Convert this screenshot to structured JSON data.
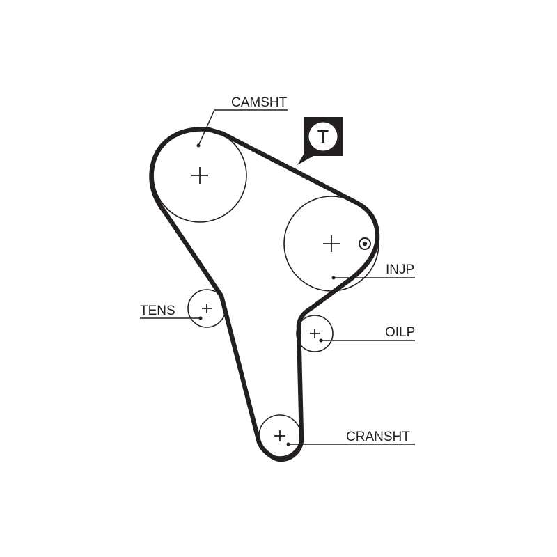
{
  "labels": {
    "camshaft": "CAMSHT",
    "injection_pump": "INJP",
    "tensioner": "TENS",
    "oil_pump": "OILP",
    "crankshaft": "CRANSHT"
  },
  "badge": {
    "letter": "T"
  },
  "colors": {
    "ink": "#231f20",
    "background": "#ffffff"
  },
  "icons": {
    "badge": "timing-badge-icon",
    "marker": "timing-mark-icon"
  }
}
